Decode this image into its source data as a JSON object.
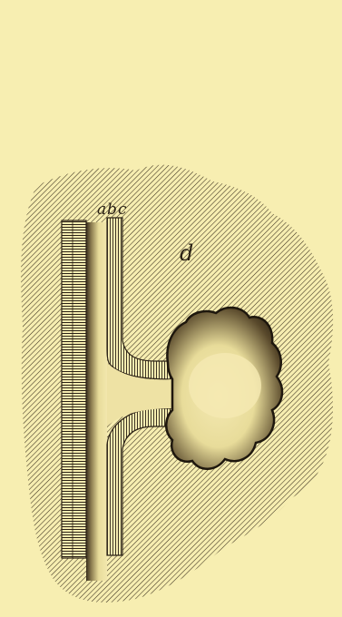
{
  "labels": {
    "a": "a",
    "b": "b",
    "c": "c",
    "d": "d"
  },
  "colors": {
    "paper": "#f7eeb1",
    "ink": "#2a2115",
    "sac_highlight": "#f4e9b2"
  }
}
